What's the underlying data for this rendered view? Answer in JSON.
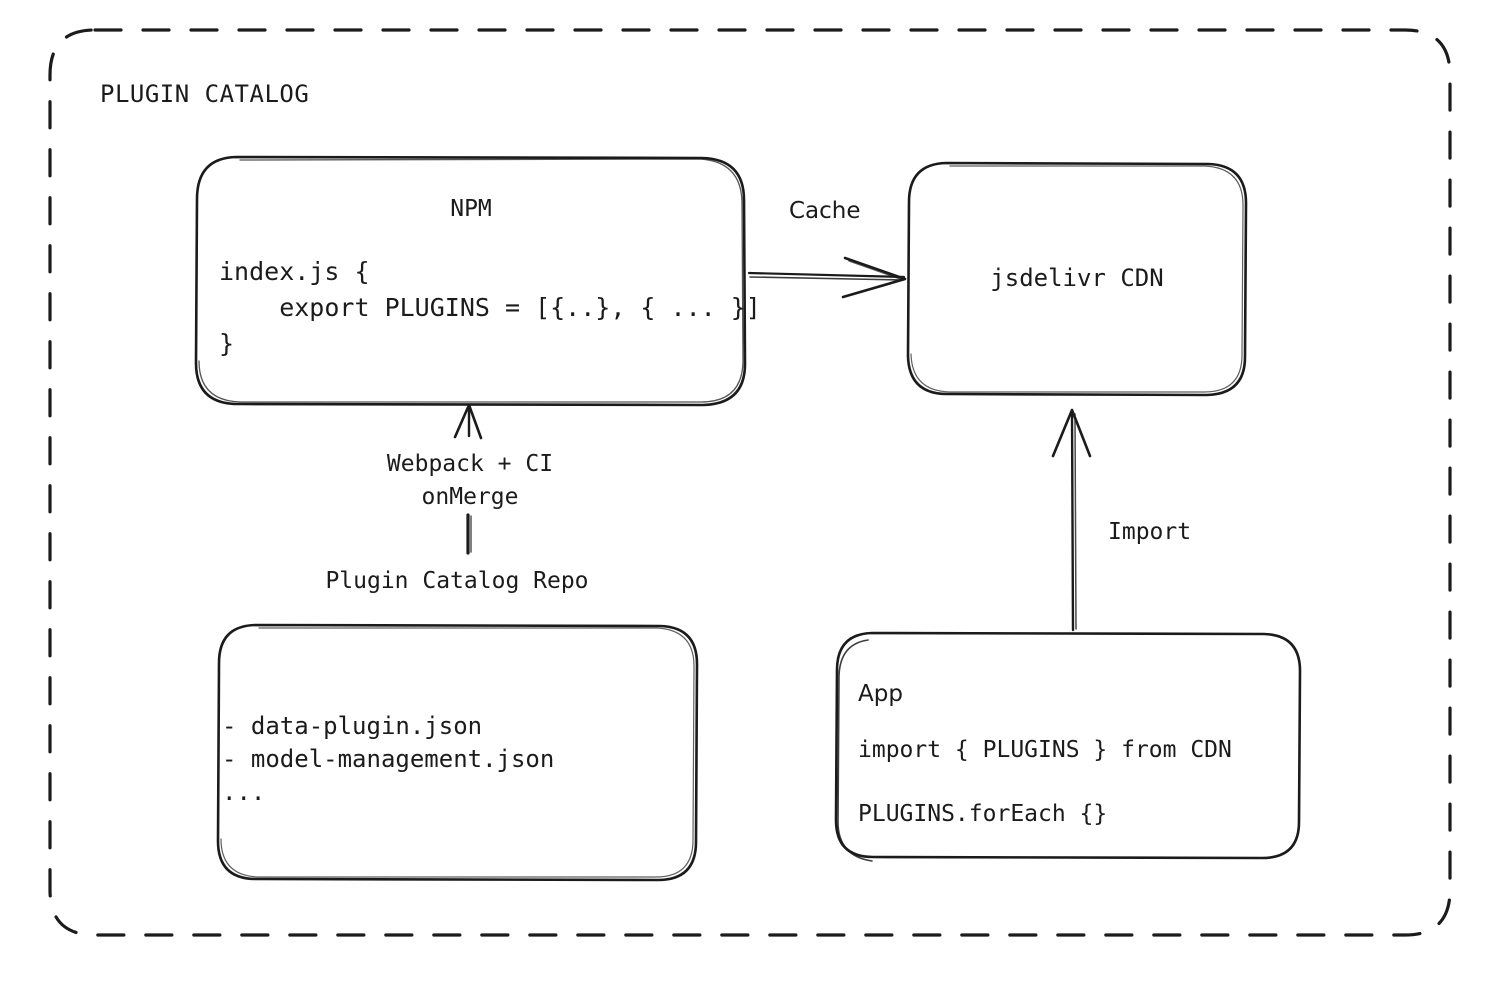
{
  "diagram": {
    "container_label": "PLUGIN CATALOG",
    "background": "#ffffff",
    "stroke_color": "#1b1b1b",
    "text_color": "#1b1b1b"
  },
  "nodes": {
    "npm": {
      "title": "NPM",
      "code": "index.js {\n    export PLUGINS = [{..}, { ... }]\n}"
    },
    "cdn": {
      "title": "jsdelivr CDN"
    },
    "repo": {
      "caption": "Plugin Catalog Repo",
      "items": "- data-plugin.json\n- model-management.json\n..."
    },
    "app": {
      "title": "App",
      "line1": "import { PLUGINS } from CDN",
      "line2": "PLUGINS.forEach {}"
    }
  },
  "edges": {
    "cache": {
      "label": "Cache",
      "from": "npm",
      "to": "cdn"
    },
    "build": {
      "label": "Webpack + CI\nonMerge",
      "from": "repo",
      "to": "npm"
    },
    "import": {
      "label": "Import",
      "from": "app",
      "to": "cdn"
    }
  }
}
